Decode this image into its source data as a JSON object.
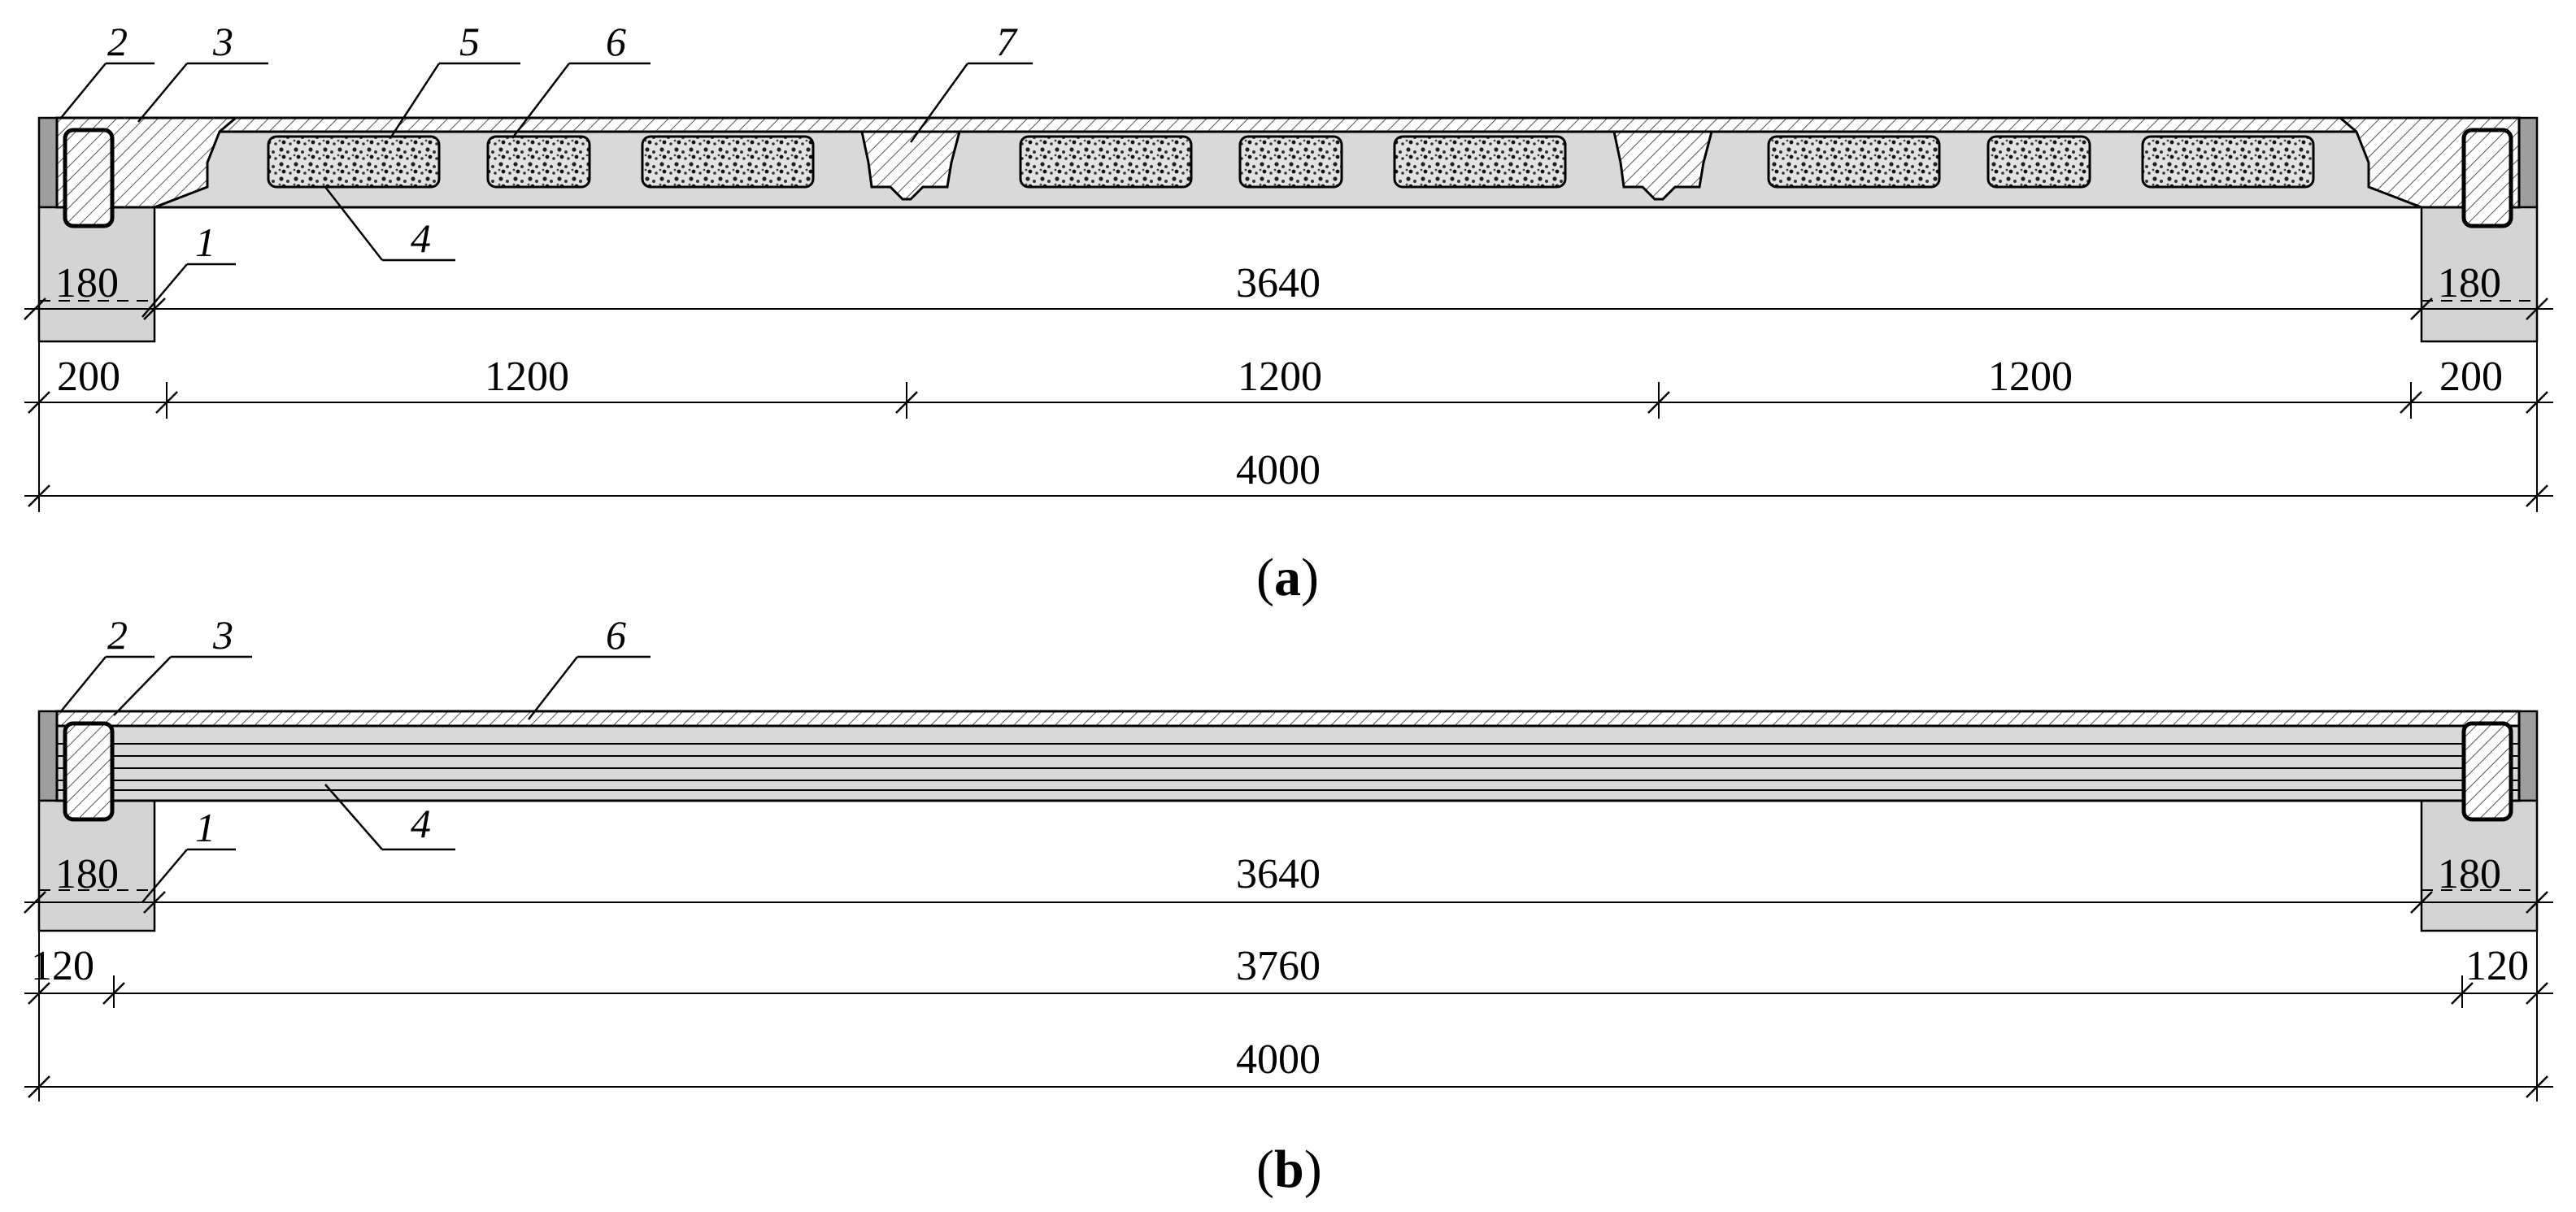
{
  "figure_a": {
    "caption_open": "(",
    "caption_letter": "a",
    "caption_close": ")",
    "callouts": [
      "2",
      "3",
      "5",
      "6",
      "7",
      "1",
      "4"
    ],
    "dims": {
      "support_left": "180",
      "support_right": "180",
      "clear_span": "3640",
      "edge_left": "200",
      "bay_1": "1200",
      "bay_2": "1200",
      "bay_3": "1200",
      "edge_right": "200",
      "total": "4000"
    }
  },
  "figure_b": {
    "caption_open": "(",
    "caption_letter": "b",
    "caption_close": ")",
    "callouts": [
      "2",
      "3",
      "6",
      "1",
      "4"
    ],
    "dims": {
      "support_left": "180",
      "support_right": "180",
      "clear_span": "3640",
      "edge_left": "120",
      "middle": "3760",
      "edge_right": "120",
      "total": "4000"
    }
  }
}
